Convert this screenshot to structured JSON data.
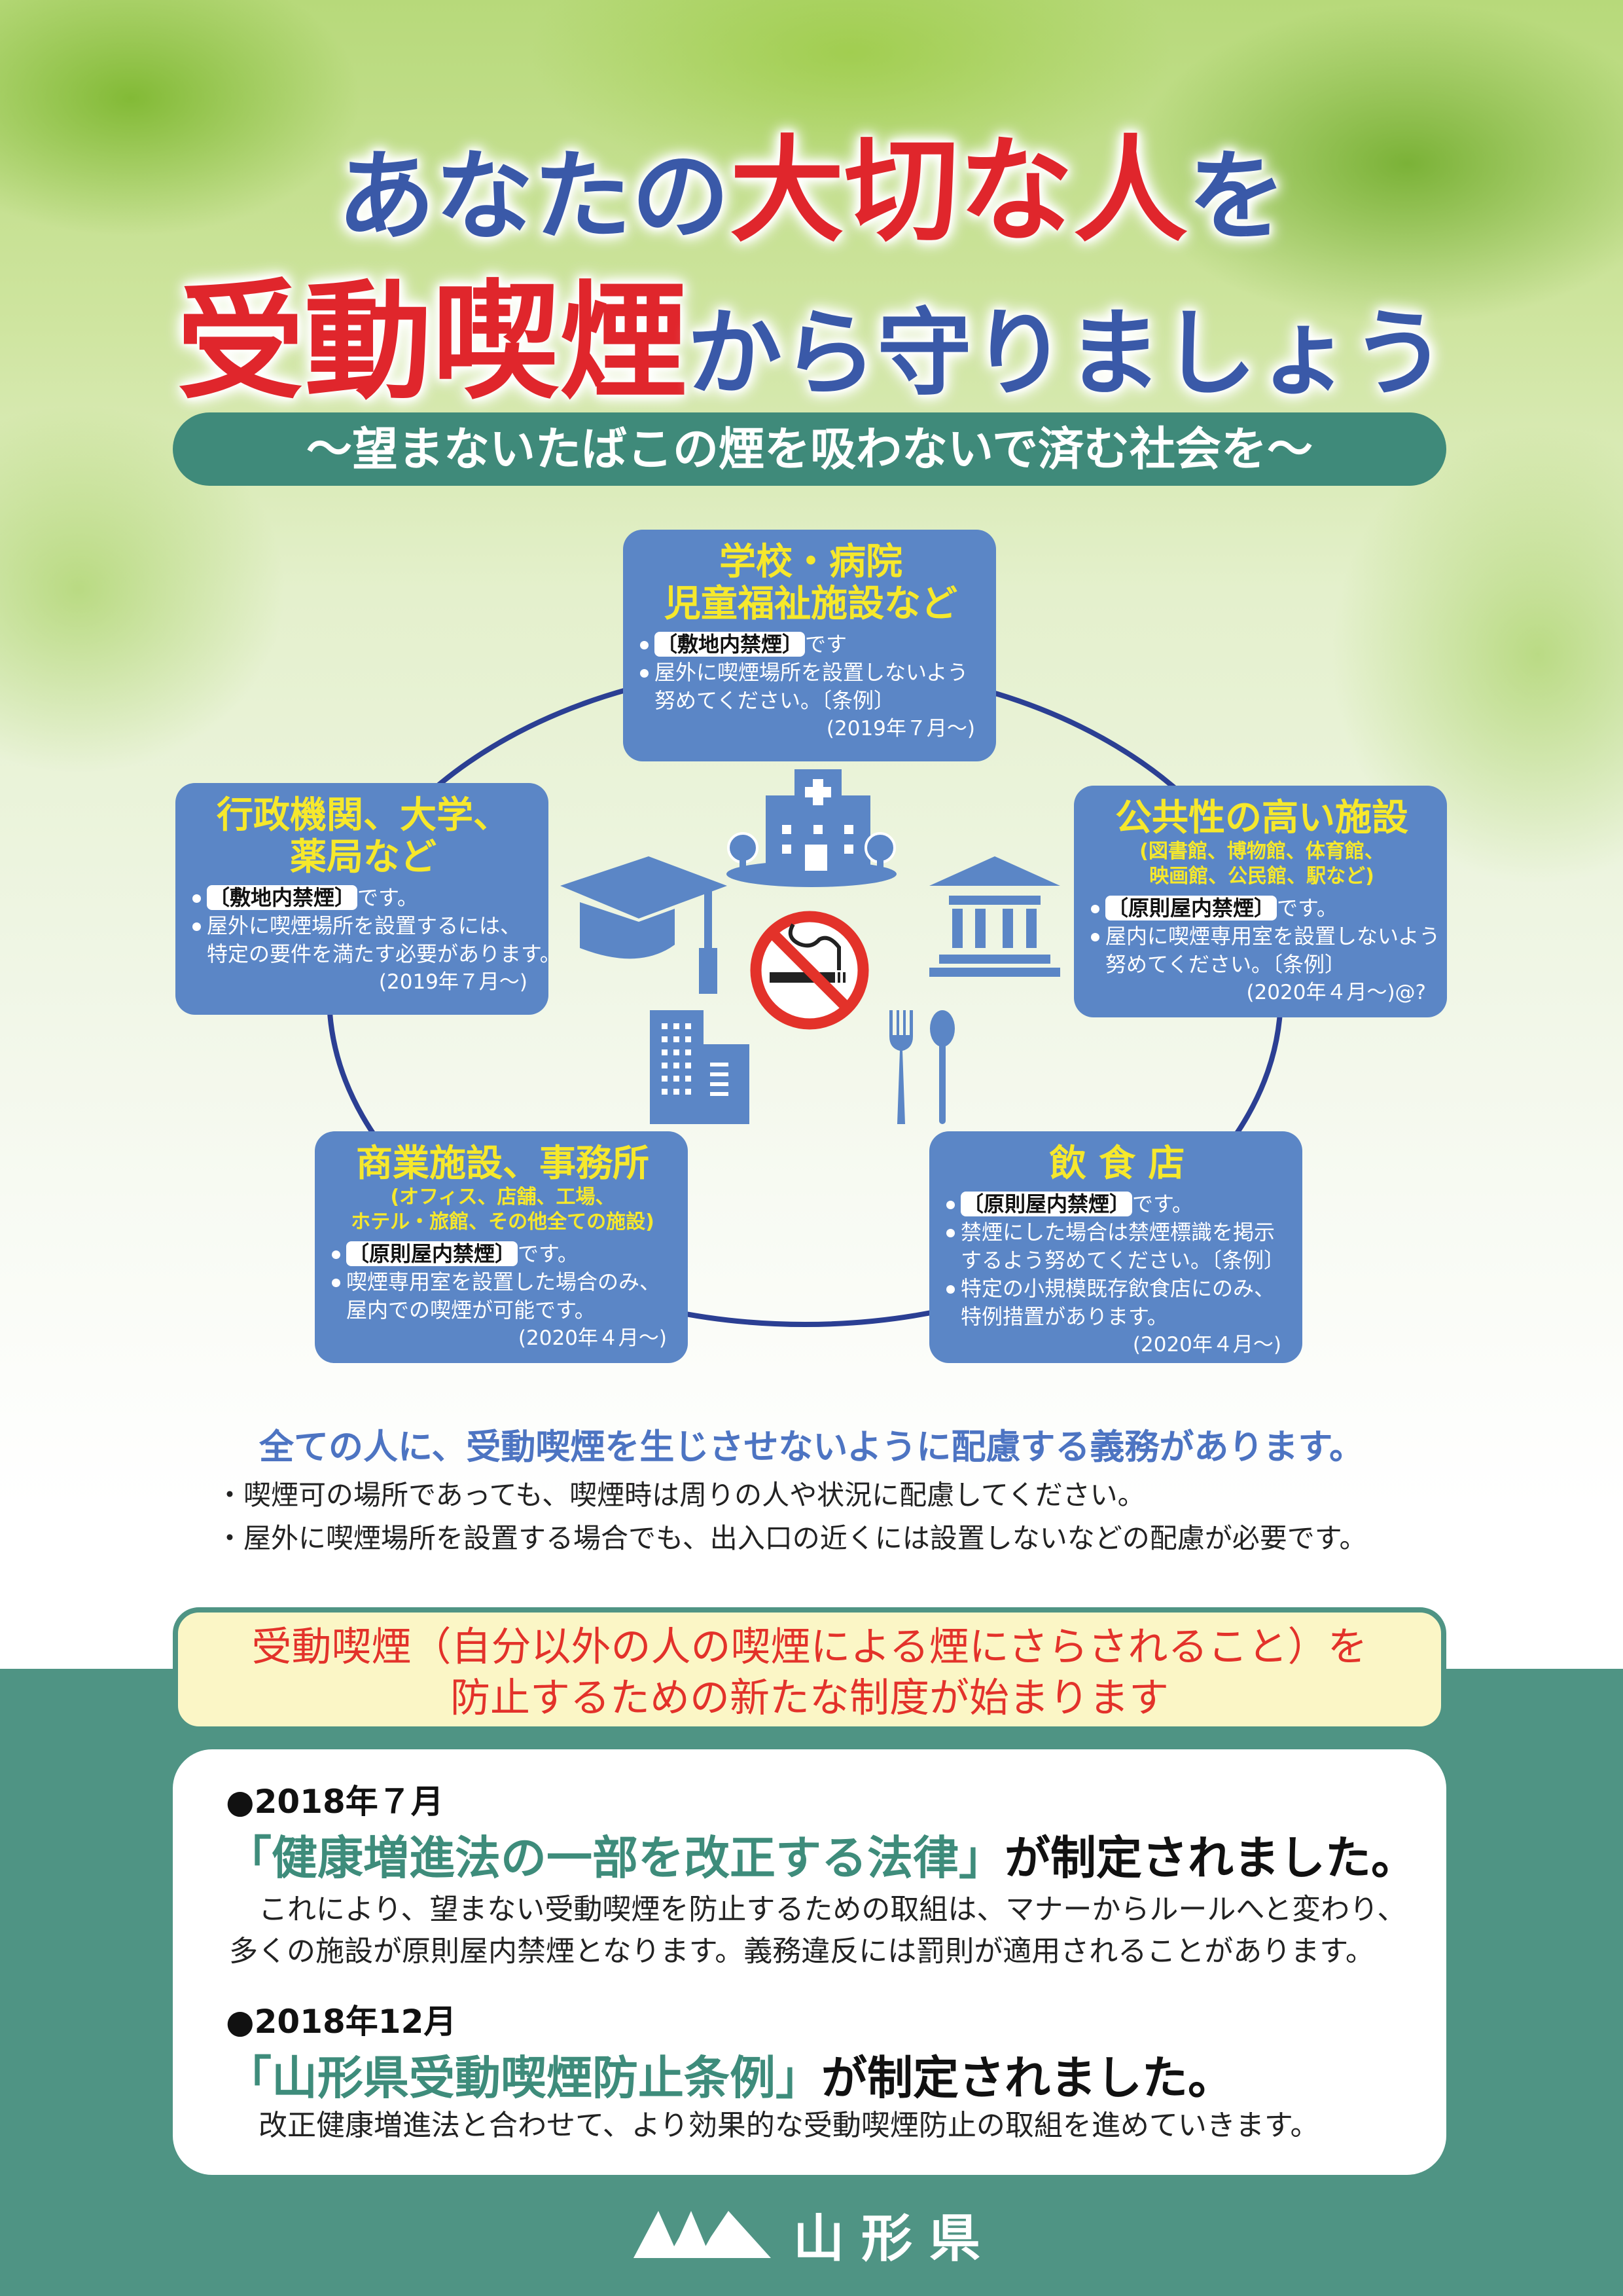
{
  "title": {
    "line1_prefix": "あなたの",
    "line1_emphasis": "大切な人",
    "line1_suffix": "を",
    "line2_emphasis": "受動喫煙",
    "line2_suffix": "から守りましょう"
  },
  "subtitle": "～望まないたばこの煙を吸わないで済む社会を～",
  "colors": {
    "blue_text": "#3a59a8",
    "red_text": "#e0262c",
    "box_blue": "#5b86c6",
    "box_title": "#f6e82c",
    "green": "#4f9484"
  },
  "facilities": [
    {
      "id": "schools-hospitals",
      "title_lines": [
        "学校・病院",
        "児童福祉施設など"
      ],
      "sub_lines": [],
      "bullets": [
        {
          "tag": "〔敷地内禁煙〕",
          "lines": [
            "です"
          ]
        },
        {
          "tag": "",
          "lines": [
            "屋外に喫煙場所を設置しないよう",
            "努めてください。〔条例〕"
          ]
        }
      ],
      "date": "(2019年７月～)"
    },
    {
      "id": "government-universities",
      "title_lines": [
        "行政機関、大学、",
        "薬局など"
      ],
      "sub_lines": [],
      "bullets": [
        {
          "tag": "〔敷地内禁煙〕",
          "lines": [
            "です。"
          ]
        },
        {
          "tag": "",
          "lines": [
            "屋外に喫煙場所を設置するには、",
            "特定の要件を満たす必要があります。"
          ]
        }
      ],
      "date": "(2019年７月～)"
    },
    {
      "id": "public-facilities",
      "title_lines": [
        "公共性の高い施設"
      ],
      "sub_lines": [
        "(図書館、博物館、体育館、",
        "映画館、公民館、駅など)"
      ],
      "bullets": [
        {
          "tag": "〔原則屋内禁煙〕",
          "lines": [
            "です。"
          ]
        },
        {
          "tag": "",
          "lines": [
            "屋内に喫煙専用室を設置しないよう",
            "努めてください。〔条例〕"
          ]
        }
      ],
      "date": "(2020年４月～)@?"
    },
    {
      "id": "commercial-offices",
      "title_lines": [
        "商業施設、事務所"
      ],
      "sub_lines": [
        "(オフィス、店舗、工場、",
        "ホテル・旅館、その他全ての施設)"
      ],
      "bullets": [
        {
          "tag": "〔原則屋内禁煙〕",
          "lines": [
            "です。"
          ]
        },
        {
          "tag": "",
          "lines": [
            "喫煙専用室を設置した場合のみ、",
            "屋内での喫煙が可能です。"
          ]
        }
      ],
      "date": "(2020年４月～)"
    },
    {
      "id": "restaurants",
      "title_lines": [
        "飲 食 店"
      ],
      "sub_lines": [],
      "bullets": [
        {
          "tag": "〔原則屋内禁煙〕",
          "lines": [
            "です。"
          ]
        },
        {
          "tag": "",
          "lines": [
            "禁煙にした場合は禁煙標識を掲示",
            "するよう努めてください。〔条例〕"
          ]
        },
        {
          "tag": "",
          "lines": [
            "特定の小規模既存飲食店にのみ、",
            "特例措置があります。"
          ]
        }
      ],
      "date": "(2020年４月～)"
    }
  ],
  "icons": [
    "hospital-icon",
    "mortarboard-icon",
    "public-building-icon",
    "no-smoking-icon",
    "office-building-icon",
    "fork-spoon-icon"
  ],
  "duty": {
    "heading": "全ての人に、受動喫煙を生じさせないように配慮する義務があります。",
    "bullets": [
      "・喫煙可の場所であっても、喫煙時は周りの人や状況に配慮してください。",
      "・屋外に喫煙場所を設置する場合でも、出入口の近くには設置しないなどの配慮が必要です。"
    ]
  },
  "notice": {
    "line1": "受動喫煙（自分以外の人の喫煙による煙にさらされること）を",
    "line2": "防止するための新たな制度が始まります"
  },
  "laws": [
    {
      "date": "●2018年７月",
      "name": "「健康増進法の一部を改正する法律」",
      "enacted": "が制定されました。",
      "para1": "これにより、望まない受動喫煙を防止するための取組は、マナーからルールへと変わり、",
      "para2": "多くの施設が原則屋内禁煙となります。義務違反には罰則が適用されることがあります。"
    },
    {
      "date": "●2018年12月",
      "name": "「山形県受動喫煙防止条例」",
      "enacted": "が制定されました。",
      "para1": "改正健康増進法と合わせて、より効果的な受動喫煙防止の取組を進めていきます。"
    }
  ],
  "footer": {
    "logo_text": "山形県"
  }
}
